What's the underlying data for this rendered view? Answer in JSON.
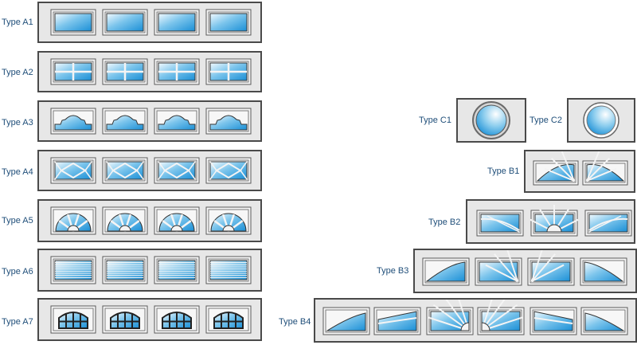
{
  "rows": [
    {
      "label": "Type A1",
      "style": "plain"
    },
    {
      "label": "Type A2",
      "style": "grid"
    },
    {
      "label": "Type A3",
      "style": "cathedral"
    },
    {
      "label": "Type A4",
      "style": "diamond"
    },
    {
      "label": "Type A5",
      "style": "sunburst"
    },
    {
      "label": "Type A6",
      "style": "stripes"
    },
    {
      "label": "Type A7",
      "style": "stockton"
    }
  ],
  "right": {
    "c1": "Type C1",
    "c2": "Type C2",
    "b1": "Type B1",
    "b2": "Type B2",
    "b3": "Type B3",
    "b4": "Type B4"
  },
  "colors": {
    "glass_light": "#e8f5fc",
    "glass_dark": "#1a8fd6",
    "panel": "#e7e7e7",
    "border": "#4a4a4a",
    "label": "#1f4e79"
  }
}
